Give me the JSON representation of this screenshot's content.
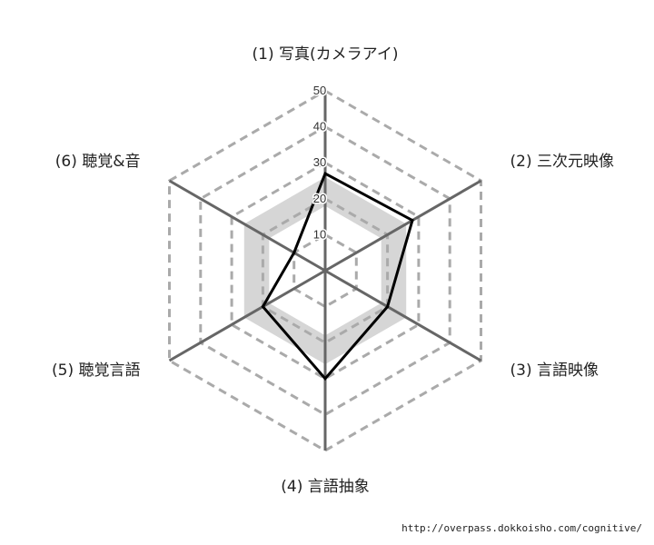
{
  "chart_data": {
    "type": "radar",
    "axes": [
      {
        "label": "(1) 写真(カメラアイ)"
      },
      {
        "label": "(2) 三次元映像"
      },
      {
        "label": "(3) 言語映像"
      },
      {
        "label": "(4) 言語抽象"
      },
      {
        "label": "(5) 聴覚言語"
      },
      {
        "label": "(6) 聴覚&音"
      }
    ],
    "rmax": 50,
    "ticks": [
      10,
      20,
      30,
      40,
      50
    ],
    "tick_labels": [
      "10",
      "20",
      "30",
      "40",
      "50"
    ],
    "band": {
      "from": 18,
      "to": 26
    },
    "series": [
      {
        "values": [
          27,
          28,
          20,
          30,
          20,
          10
        ]
      }
    ],
    "grid": "dashed",
    "colors": {
      "series": "#000000",
      "band": "#d6d6d6",
      "grid": "#aaaaaa",
      "axis": "#666666"
    }
  },
  "footer": {
    "url": "http://overpass.dokkoisho.com/cognitive/"
  }
}
